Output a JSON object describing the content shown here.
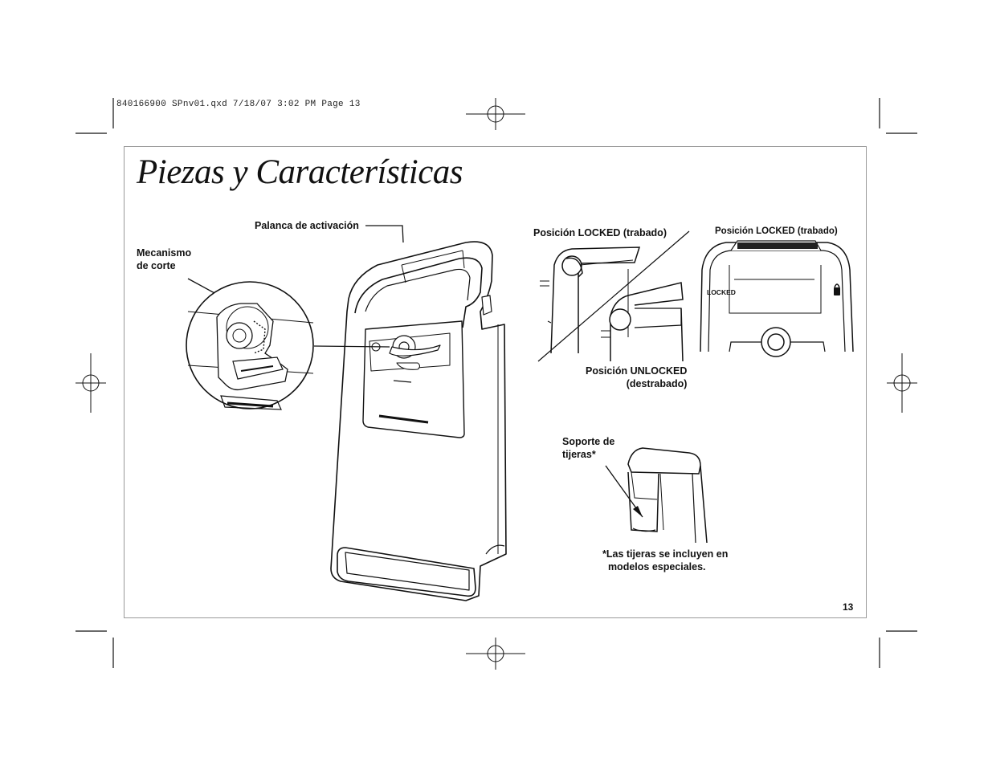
{
  "print_slug": "840166900 SPnv01.qxd  7/18/07  3:02 PM  Page 13",
  "title": "Piezas y Características",
  "labels": {
    "activation_lever": "Palanca de activación",
    "cutting_mechanism": "Mecanismo\nde corte",
    "locked_position_1": "Posición LOCKED (trabado)",
    "unlocked_position": "Posición UNLOCKED\n(destrabado)",
    "locked_position_2": "Posición LOCKED (trabado)",
    "scissors_holder": "Soporte de\ntijeras*",
    "scissors_note": "*Las tijeras se incluyen en\n  modelos especiales."
  },
  "locked_badge": "LOCKED",
  "page_number": "13"
}
